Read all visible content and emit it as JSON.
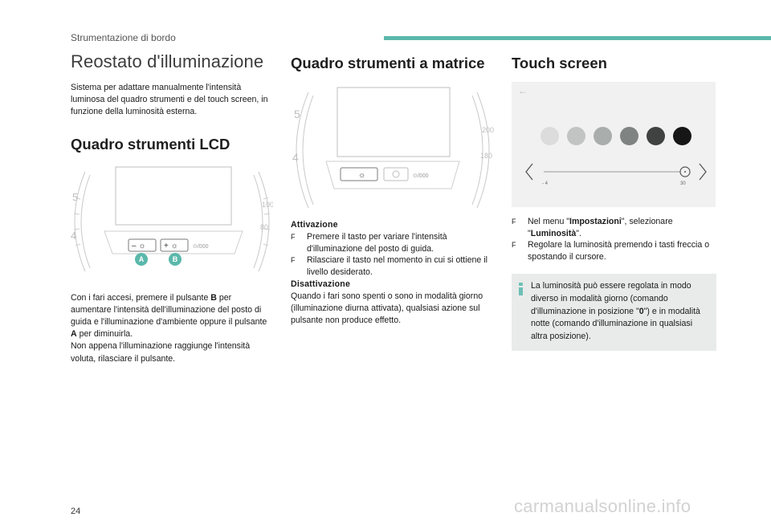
{
  "header": {
    "section": "Strumentazione di bordo"
  },
  "col1": {
    "title": "Reostato d'illuminazione",
    "intro": "Sistema per adattare manualmente l'intensità luminosa del quadro strumenti e del touch screen, in funzione della luminosità esterna.",
    "lcd_title": "Quadro strumenti LCD",
    "label_a": "A",
    "label_b": "B",
    "body_parts": [
      "Con i fari accesi, premere il pulsante ",
      "B",
      " per aumentare l'intensità dell'illuminazione del posto di guida e l'illuminazione d'ambiente oppure il pulsante ",
      "A",
      " per diminuirla.",
      "Non appena l'illuminazione raggiunge l'intensità voluta, rilasciare il pulsante."
    ]
  },
  "col2": {
    "title": "Quadro strumenti a matrice",
    "activation_label": "Attivazione",
    "activation_items": [
      "Premere il tasto per variare l'intensità d'illuminazione del posto di guida.",
      "Rilasciare il tasto nel momento in cui si ottiene il livello desiderato."
    ],
    "deactivation_label": "Disattivazione",
    "deactivation_text": "Quando i fari sono spenti o sono in modalità giorno (illuminazione diurna attivata), qualsiasi azione sul pulsante non produce effetto."
  },
  "col3": {
    "title": "Touch screen",
    "scale_min": "- 4",
    "scale_max": "30",
    "item1_a": "Nel menu \"",
    "item1_b": "Impostazioni",
    "item1_c": "\", selezionare \"",
    "item1_d": "Luminosità",
    "item1_e": "\".",
    "item2": "Regolare la luminosità premendo i tasti freccia o spostando il cursore.",
    "info_a": "La luminosità può essere regolata in modo diverso in modalità giorno (comando d'illuminazione in posizione \"",
    "info_b": "0",
    "info_c": "\") e in modalità notte (comando d'illuminazione in qualsiasi altra posizione)."
  },
  "bullet_marker": "F",
  "footer": {
    "page": "24",
    "watermark": "carmanualsonline.info"
  },
  "colors": {
    "accent": "#5bb8ab",
    "swatches": [
      "#dcdcdc",
      "#c2c4c3",
      "#a9adab",
      "#7f8382",
      "#3f4241",
      "#161616"
    ]
  }
}
